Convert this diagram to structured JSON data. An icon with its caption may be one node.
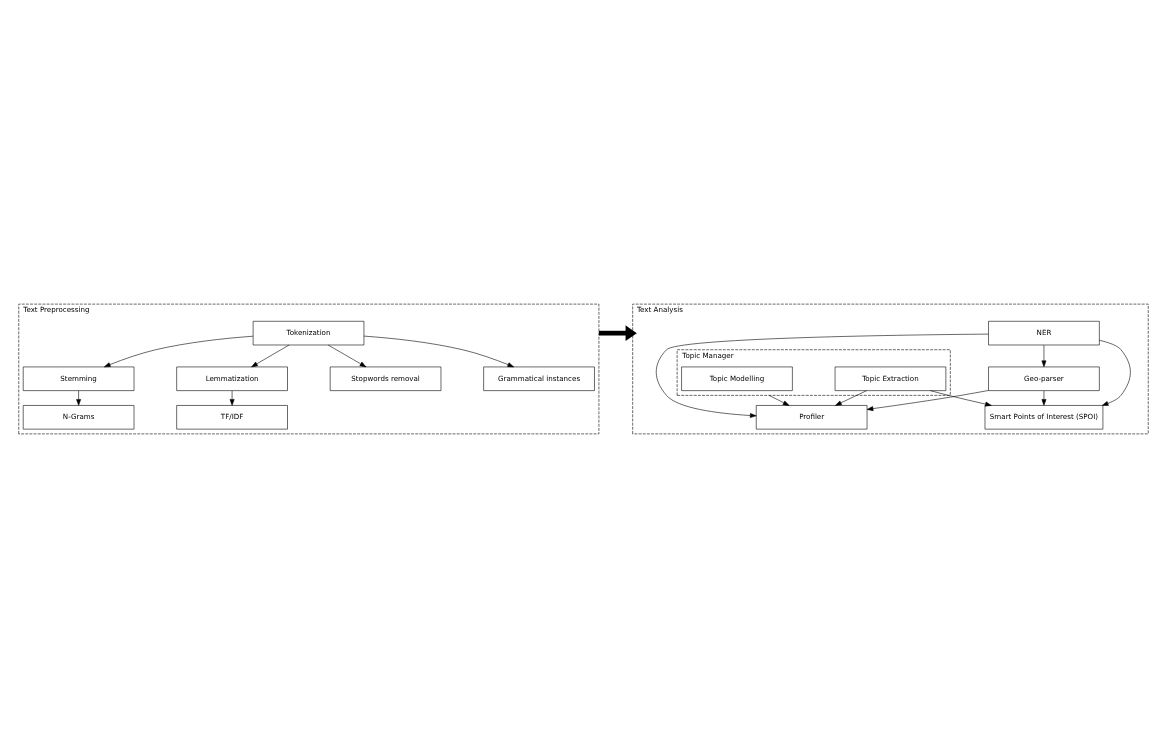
{
  "diagram": {
    "nodes": [
      {
        "text": [
          "Text Preprocessing"
        ]
      },
      {
        "text": [
          "Tokenization"
        ],
        "in": 0
      },
      {
        "text": [
          "Stopwords removal"
        ],
        "in": 0
      },
      {
        "text": [
          "Grammatical instances"
        ],
        "in": 0
      },
      {
        "text": [
          "Stemming"
        ],
        "in": 0
      },
      {
        "text": [
          "Lemmatization"
        ],
        "in": 0
      },
      {
        "text": [
          "TF/IDF"
        ],
        "in": 0
      },
      {
        "text": [
          "N-Grams"
        ],
        "in": 0
      },
      {
        "text": [
          "Text Analysis"
        ]
      },
      {
        "text": [
          "NER"
        ],
        "in": 8
      },
      {
        "text": [
          "Geo-parser"
        ],
        "in": 8
      },
      {
        "text": [
          "Topic Manager"
        ],
        "in": 8
      },
      {
        "text": [
          "Topic Extraction"
        ],
        "in": 11
      },
      {
        "text": [
          "Topic Modelling"
        ],
        "in": 11
      },
      {
        "text": [
          "Profiler"
        ],
        "in": 8
      },
      {
        "text": [
          "Smart Points of Interest (SPOI)"
        ],
        "in": 8
      }
    ],
    "edges": [
      {
        "from": 0,
        "to": 8,
        "arrow": "to",
        "style": "thick"
      },
      {
        "from": 1,
        "to": 2,
        "arrow": "to"
      },
      {
        "from": 1,
        "to": 3,
        "arrow": "to"
      },
      {
        "from": 1,
        "to": 4,
        "arrow": "to"
      },
      {
        "from": 1,
        "to": 5,
        "arrow": "to"
      },
      {
        "from": 5,
        "to": 6,
        "arrow": "to"
      },
      {
        "from": 4,
        "to": 7,
        "arrow": "to"
      },
      {
        "from": 9,
        "to": 10,
        "arrow": "to"
      },
      {
        "from": 9,
        "to": 14,
        "arrow": "to"
      },
      {
        "from": 9,
        "to": 15,
        "arrow": "to"
      },
      {
        "from": 10,
        "to": 14,
        "arrow": "to"
      },
      {
        "from": 10,
        "to": 15,
        "arrow": "to"
      },
      {
        "from": 11,
        "to": 14,
        "arrow": "to"
      },
      {
        "from": 12,
        "to": 14,
        "arrow": "to"
      },
      {
        "from": 12,
        "to": 15,
        "arrow": "to"
      }
    ]
  }
}
